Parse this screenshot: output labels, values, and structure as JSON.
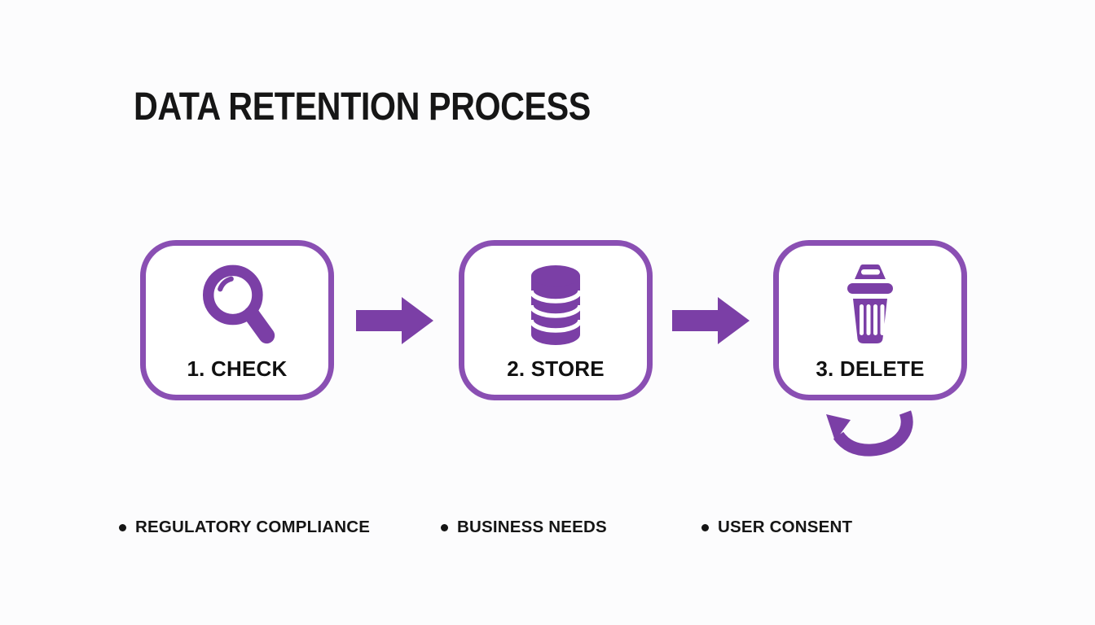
{
  "title": "DATA RETENTION PROCESS",
  "colors": {
    "accent": "#7B3FA6",
    "box_border": "#8A4FB3",
    "text": "#161616",
    "background": "#FCFCFD"
  },
  "steps": [
    {
      "label": "1. CHECK",
      "icon": "magnifier-icon"
    },
    {
      "label": "2. STORE",
      "icon": "database-icon"
    },
    {
      "label": "3. DELETE",
      "icon": "trash-bin-icon"
    }
  ],
  "connectors": {
    "forward": "right-arrow-icon",
    "loop": "curved-loop-arrow-icon"
  },
  "notes": [
    {
      "label": "REGULATORY COMPLIANCE"
    },
    {
      "label": "BUSINESS NEEDS"
    },
    {
      "label": "USER CONSENT"
    }
  ]
}
